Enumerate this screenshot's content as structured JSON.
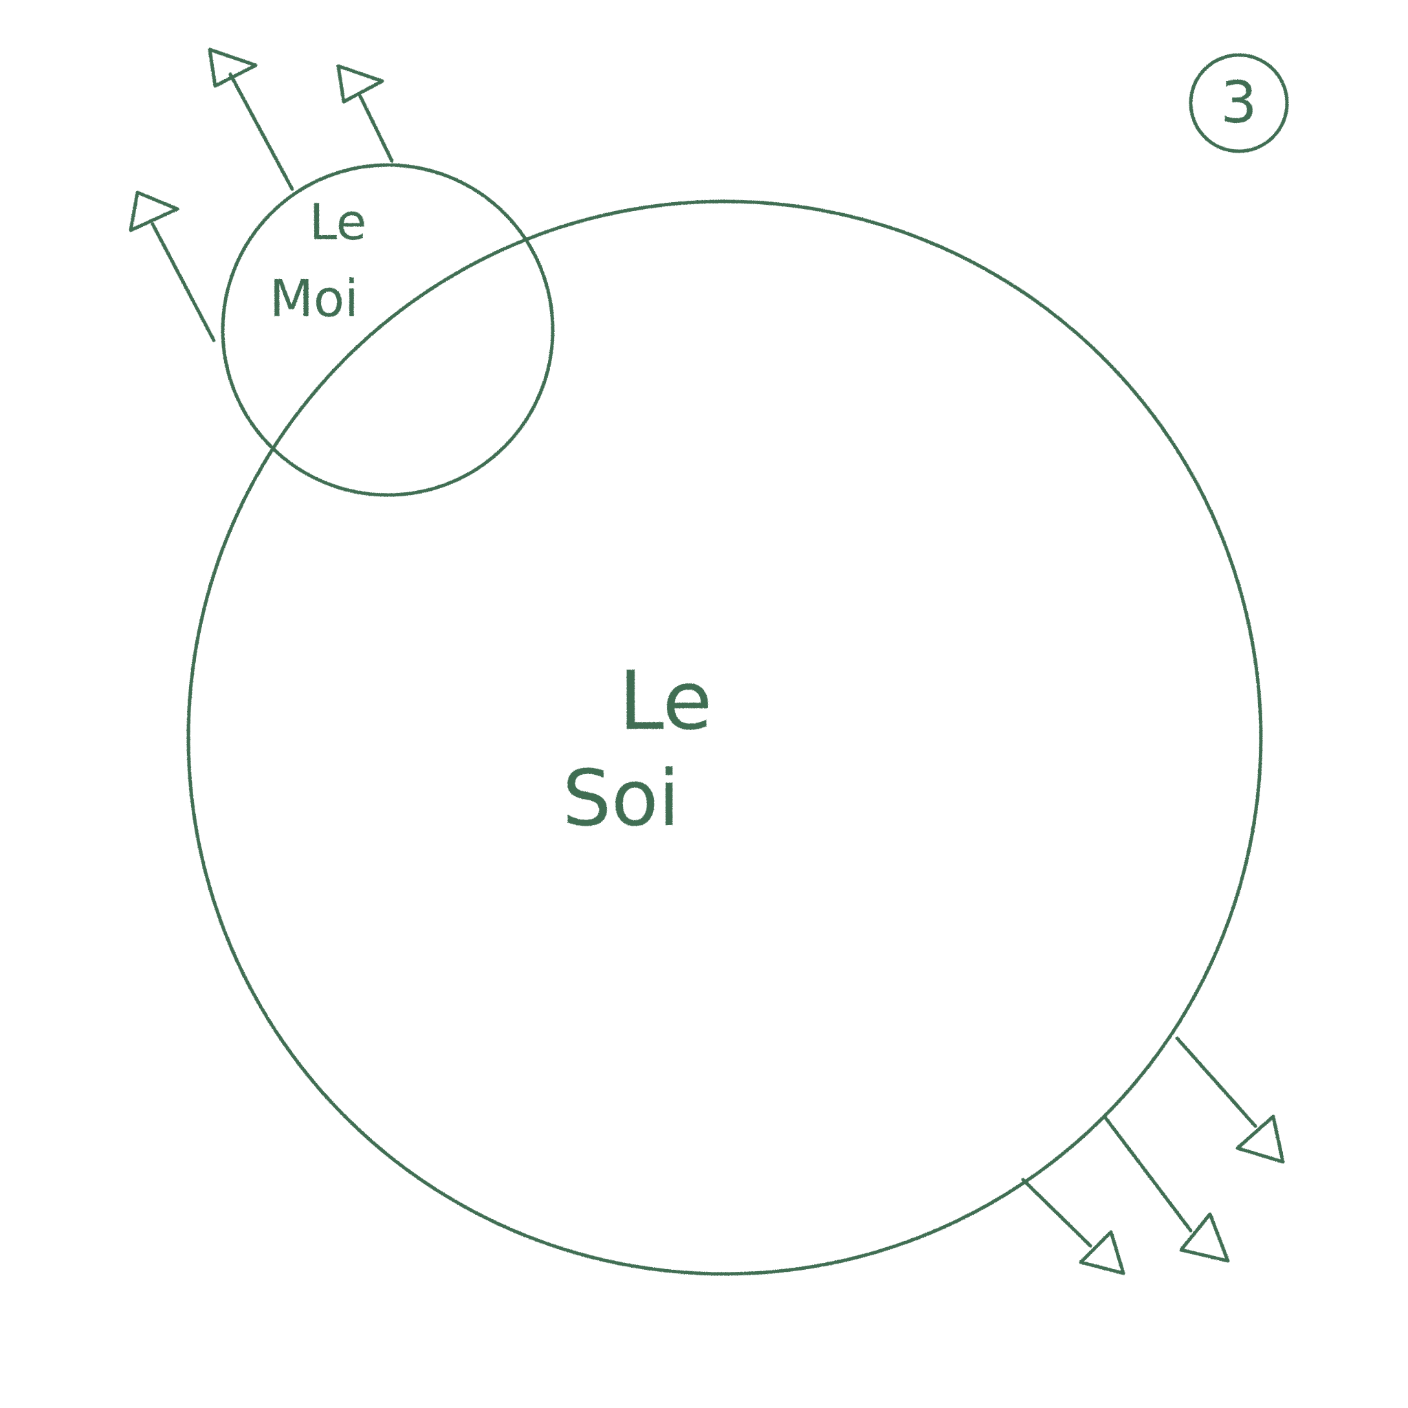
{
  "figure_number": "3",
  "labels": {
    "small_circle_line1": "Le",
    "small_circle_line2": "Moi",
    "large_circle_line1": "Le",
    "large_circle_line2": "Soi"
  },
  "colors": {
    "ink": "#3f6e53",
    "background": "#ffffff"
  },
  "arrows": {
    "small_circle_outward_count": 3,
    "large_circle_outward_count": 3
  }
}
